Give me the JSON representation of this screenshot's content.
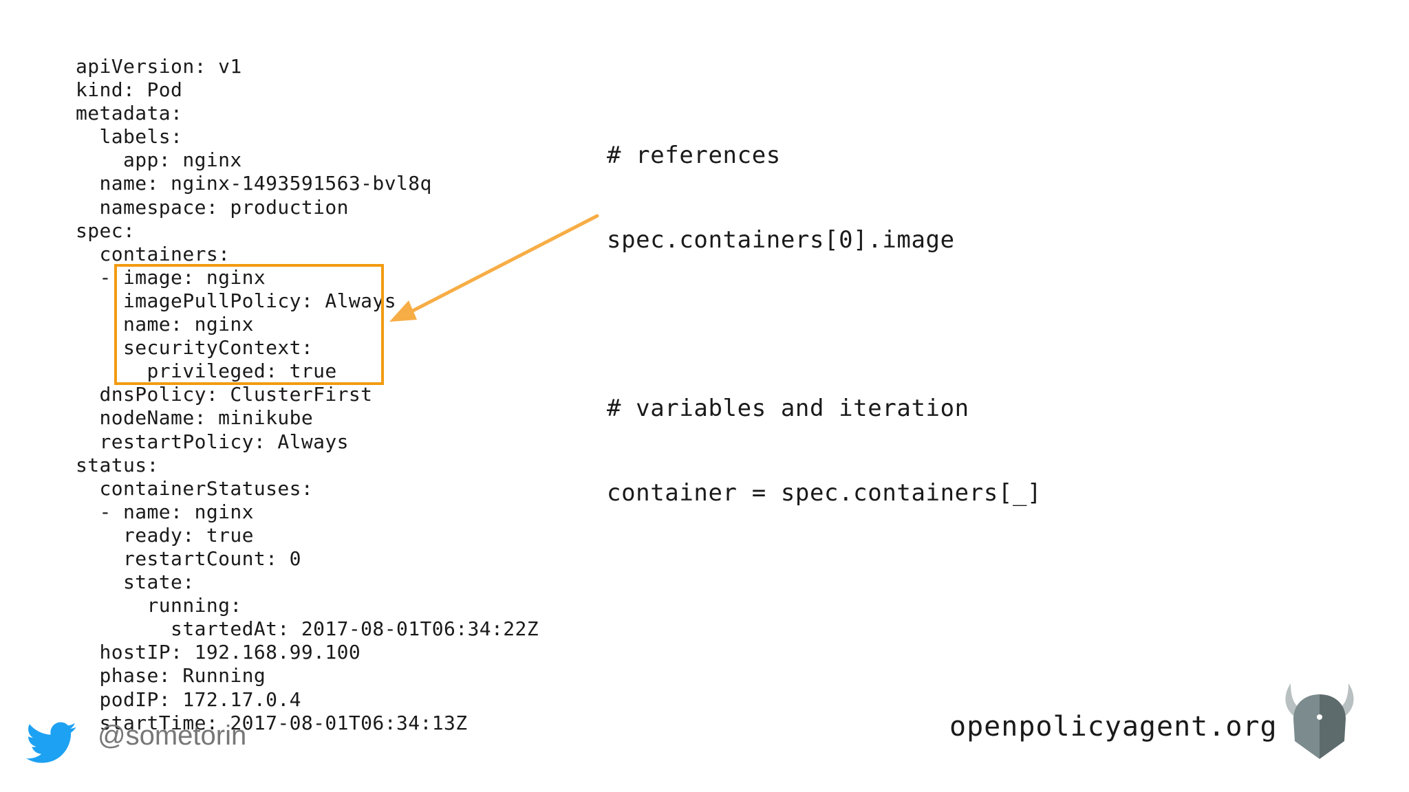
{
  "yaml_lines": [
    "apiVersion: v1",
    "kind: Pod",
    "metadata:",
    "  labels:",
    "    app: nginx",
    "  name: nginx-1493591563-bvl8q",
    "  namespace: production",
    "spec:",
    "  containers:",
    "  - image: nginx",
    "    imagePullPolicy: Always",
    "    name: nginx",
    "    securityContext:",
    "      privileged: true",
    "  dnsPolicy: ClusterFirst",
    "  nodeName: minikube",
    "  restartPolicy: Always",
    "status:",
    "  containerStatuses:",
    "  - name: nginx",
    "    ready: true",
    "    restartCount: 0",
    "    state:",
    "      running:",
    "        startedAt: 2017-08-01T06:34:22Z",
    "  hostIP: 192.168.99.100",
    "  phase: Running",
    "  podIP: 172.17.0.4",
    "  startTime: 2017-08-01T06:34:13Z"
  ],
  "annotations": {
    "references_comment": "# references",
    "references_code": "spec.containers[0].image",
    "iteration_comment": "# variables and iteration",
    "iteration_code": "container = spec.containers[_]"
  },
  "footer": {
    "twitter_handle": "@sometorin",
    "site_url": "openpolicyagent.org"
  },
  "colors": {
    "highlight": "#f29b11",
    "arrow": "#f7ad45",
    "twitter_blue": "#1da1f2",
    "handle_gray": "#777777",
    "logo_gray": "#6b7b7d",
    "logo_horns": "#b9c0c1"
  },
  "icons": {
    "twitter": "twitter-bird-icon",
    "logo": "opa-viking-helmet-logo"
  }
}
